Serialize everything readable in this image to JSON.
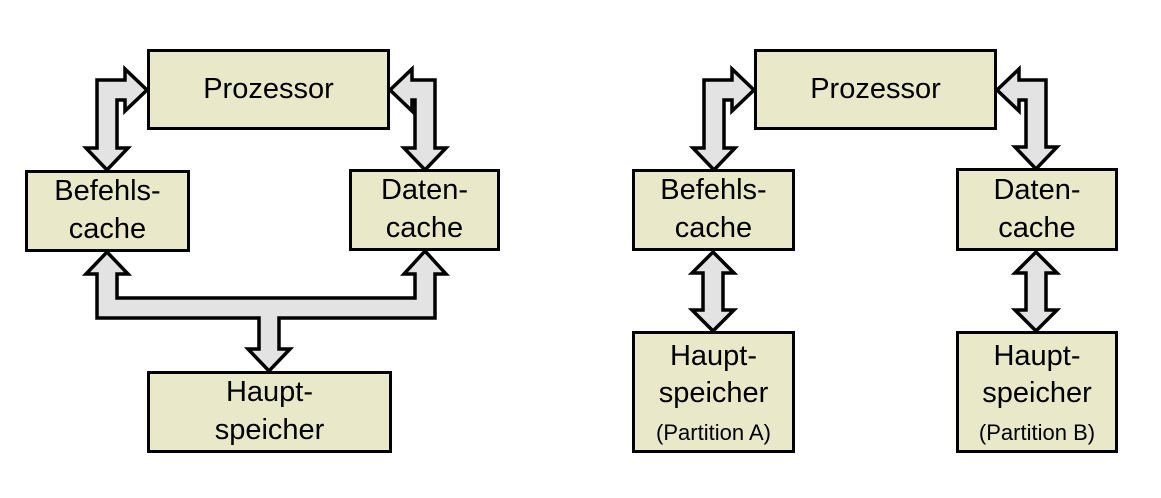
{
  "colors": {
    "background": "#ffffff",
    "box_fill": "#e9e9ca",
    "box_border": "#000000",
    "arrow_fill": "#e3e3e3",
    "arrow_outline": "#000000"
  },
  "left_diagram": {
    "prozessor": {
      "label": "Prozessor"
    },
    "befehls_cache": {
      "line1": "Befehls-",
      "line2": "cache"
    },
    "daten_cache": {
      "line1": "Daten-",
      "line2": "cache"
    },
    "haupt_speicher": {
      "line1": "Haupt-",
      "line2": "speicher"
    },
    "connectors": [
      {
        "name": "prozessor-befehlscache",
        "style": "bidirectional-elbow-block-arrow"
      },
      {
        "name": "prozessor-datencache",
        "style": "bidirectional-elbow-block-arrow"
      },
      {
        "name": "hauptspeicher-to-both-caches",
        "style": "three-headed-branch-block-arrow"
      }
    ]
  },
  "right_diagram": {
    "prozessor": {
      "label": "Prozessor"
    },
    "befehls_cache": {
      "line1": "Befehls-",
      "line2": "cache"
    },
    "daten_cache": {
      "line1": "Daten-",
      "line2": "cache"
    },
    "haupt_speicher_a": {
      "line1": "Haupt-",
      "line2": "speicher",
      "line3": "(Partition A)"
    },
    "haupt_speicher_b": {
      "line1": "Haupt-",
      "line2": "speicher",
      "line3": "(Partition B)"
    },
    "connectors": [
      {
        "name": "prozessor-befehlscache",
        "style": "bidirectional-elbow-block-arrow"
      },
      {
        "name": "prozessor-datencache",
        "style": "bidirectional-elbow-block-arrow"
      },
      {
        "name": "befehlscache-hauptspeicher-a",
        "style": "bidirectional-vertical-block-arrow"
      },
      {
        "name": "datencache-hauptspeicher-b",
        "style": "bidirectional-vertical-block-arrow"
      }
    ]
  }
}
